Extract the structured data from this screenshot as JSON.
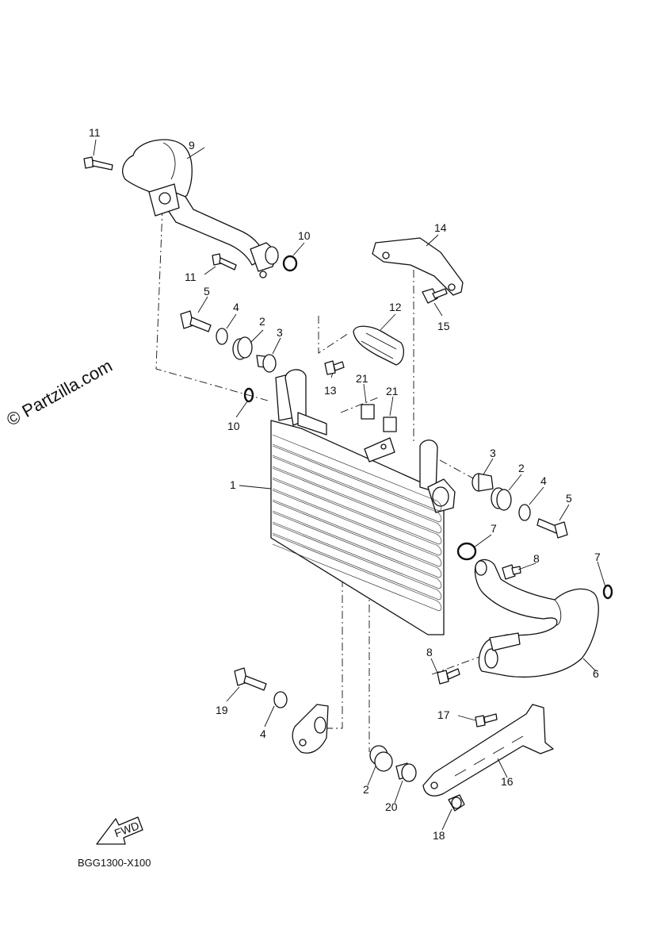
{
  "watermark": "© Partzilla.com",
  "diagram_code": "BGG1300-X100",
  "fwd_label": "FWD",
  "callouts": {
    "c1": "1",
    "c2a": "2",
    "c2b": "2",
    "c2c": "2",
    "c3a": "3",
    "c3b": "3",
    "c4a": "4",
    "c4b": "4",
    "c4c": "4",
    "c5a": "5",
    "c5b": "5",
    "c6": "6",
    "c7a": "7",
    "c7b": "7",
    "c8a": "8",
    "c8b": "8",
    "c9": "9",
    "c10a": "10",
    "c10b": "10",
    "c11a": "11",
    "c11b": "11",
    "c12": "12",
    "c13": "13",
    "c14": "14",
    "c15": "15",
    "c16": "16",
    "c17": "17",
    "c18": "18",
    "c19": "19",
    "c20": "20",
    "c21a": "21",
    "c21b": "21"
  }
}
